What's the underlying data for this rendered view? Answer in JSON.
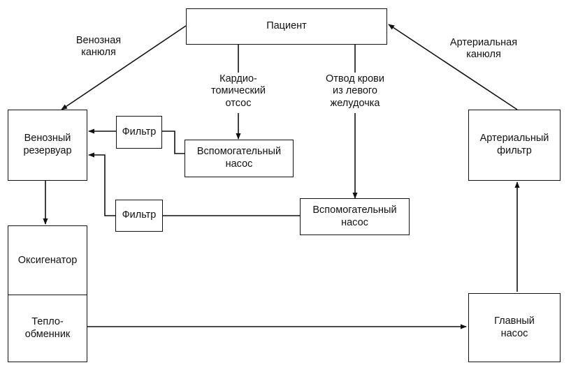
{
  "boxes": {
    "patient": "Пациент",
    "venous_reservoir": "Венозный\nрезервуар",
    "filter_top": "Фильтр",
    "filter_bottom": "Фильтр",
    "aux_pump_top": "Вспомогательный\nнасос",
    "aux_pump_right": "Вспомогательный\nнасос",
    "arterial_filter": "Артериальный\nфильтр",
    "oxygenator": "Оксигенатор",
    "heat_exchanger": "Тепло-\nобменник",
    "main_pump": "Главный\nнасос"
  },
  "labels": {
    "venous_cannula": "Венозная\nканюля",
    "arterial_cannula": "Артериальная\nканюля",
    "cardiotomy_suction": "Кардио-\nтомический\nотсос",
    "lv_vent": "Отвод крови\nиз левого\nжелудочка"
  }
}
